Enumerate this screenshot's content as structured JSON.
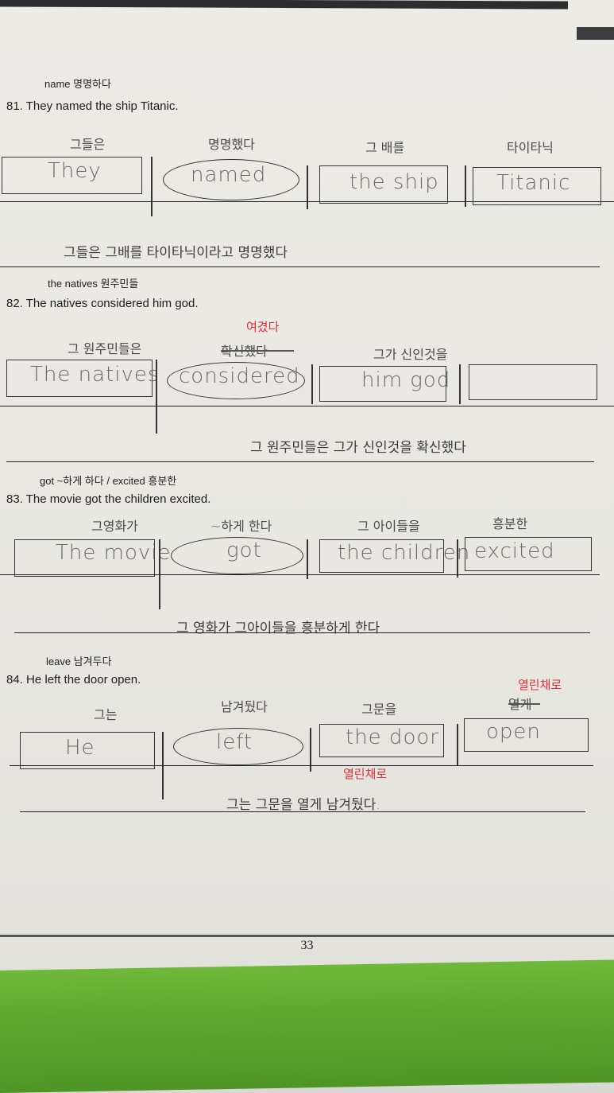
{
  "page_number": "33",
  "items": [
    {
      "vocab": "name 명명하다",
      "sentence": "81. They named the ship Titanic.",
      "labels": [
        "그들은",
        "명명했다",
        "그 배를",
        "타이타닉"
      ],
      "boxes": [
        "They",
        "named",
        "the ship",
        "Titanic"
      ],
      "translation": "그들은  그배를  타이타닉이라고  명명했다"
    },
    {
      "vocab": "the natives 원주민들",
      "sentence": "82. The natives considered him god.",
      "labels": [
        "그 원주민들은",
        "확신했다",
        "그가 신인것을"
      ],
      "correction": "여겼다",
      "boxes": [
        "The natives",
        "considered",
        "him god",
        ""
      ],
      "translation": "그 원주민들은  그가  신인것을  확신했다"
    },
    {
      "vocab": "got ~하게 하다 / excited 흥분한",
      "sentence": "83. The movie got the children excited.",
      "labels": [
        "그영화가",
        "~하게 한다",
        "그 아이들을",
        "흥분한"
      ],
      "boxes": [
        "The movie",
        "got",
        "the children",
        "excited"
      ],
      "translation": "그 영화가  그아이들을  흥분하게 한다"
    },
    {
      "vocab": "leave 남겨두다",
      "sentence": "84. He left the door open.",
      "labels": [
        "그는",
        "남겨뒀다",
        "그문을",
        "열게"
      ],
      "correction": "열린채로",
      "correction2": "열린채로",
      "boxes": [
        "He",
        "left",
        "the door",
        "open"
      ],
      "translation": "그는  그문을  열게  남겨뒀다."
    }
  ],
  "colors": {
    "page": "#ecebe6",
    "desk": "#5fa82f",
    "ink": "#222222",
    "red_pen": "#e0303a"
  }
}
